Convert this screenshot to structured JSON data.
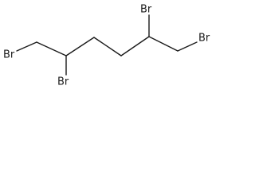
{
  "molecule": {
    "atoms": [
      {
        "id": "br1",
        "label": "Br"
      },
      {
        "id": "br2",
        "label": "Br"
      },
      {
        "id": "br3",
        "label": "Br"
      },
      {
        "id": "br4",
        "label": "Br"
      }
    ]
  },
  "colors": {
    "bond": "#1a1a1a",
    "label": "#1a1a1a",
    "background": "#ffffff"
  }
}
